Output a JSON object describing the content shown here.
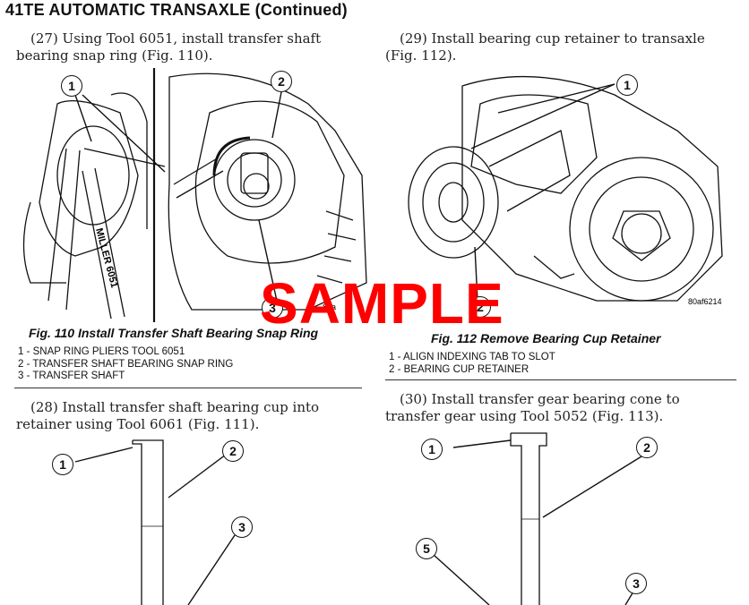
{
  "header": {
    "title": "41TE AUTOMATIC TRANSAXLE (Continued)"
  },
  "left": {
    "step27": "(27) Using Tool 6051, install transfer shaft bearing snap ring (Fig. 110).",
    "fig110": {
      "caption": "Fig. 110 Install Transfer Shaft Bearing Snap Ring",
      "legend": [
        "1 - SNAP RING PLIERS TOOL 6051",
        "2 - TRANSFER SHAFT BEARING SNAP RING",
        "3 - TRANSFER SHAFT"
      ],
      "callouts": [
        "1",
        "2",
        "3"
      ],
      "tool_label": "MILLER 6051",
      "code": "80a"
    },
    "step28": "(28) Install transfer shaft bearing cup into retainer using Tool 6061 (Fig. 111).",
    "fig111": {
      "callouts": [
        "1",
        "2",
        "3"
      ]
    }
  },
  "right": {
    "step29": "(29) Install bearing cup retainer to transaxle (Fig. 112).",
    "fig112": {
      "caption": "Fig. 112 Remove Bearing Cup Retainer",
      "legend": [
        "1 - ALIGN INDEXING TAB TO SLOT",
        "2 - BEARING CUP RETAINER"
      ],
      "callouts": [
        "1",
        "2"
      ],
      "code": "80af6214"
    },
    "step30": "(30) Install transfer gear bearing cone to transfer gear using Tool 5052 (Fig. 113).",
    "fig113": {
      "callouts": [
        "1",
        "2",
        "5",
        "3"
      ]
    }
  },
  "watermark": "SAMPLE"
}
